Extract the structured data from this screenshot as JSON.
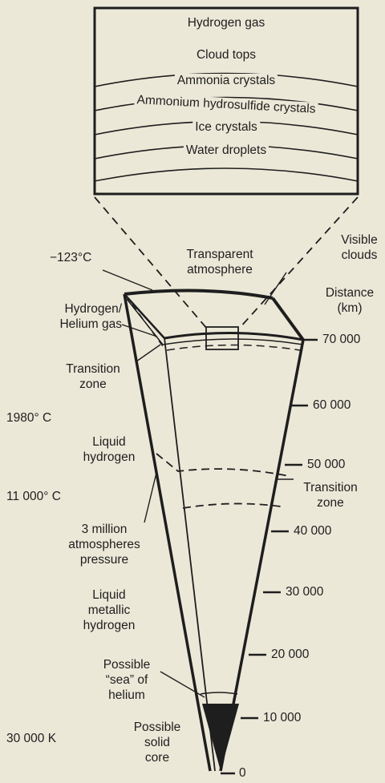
{
  "inset_layers": [
    "Hydrogen gas",
    "Cloud tops",
    "Ammonia crystals",
    "Ammonium hydrosulfide crystals",
    "Ice crystals",
    "Water droplets"
  ],
  "top_labels": {
    "temp_surface": "−123°C",
    "transparent_atmosphere": [
      "Transparent",
      "atmosphere"
    ],
    "visible_clouds": [
      "Visible",
      "clouds"
    ]
  },
  "left_labels": {
    "hydrogen_helium": [
      "Hydrogen/",
      "Helium gas"
    ],
    "transition_zone": [
      "Transition",
      "zone"
    ],
    "liquid_hydrogen": [
      "Liquid",
      "hydrogen"
    ],
    "pressure": [
      "3 million",
      "atmospheres",
      "pressure"
    ],
    "liquid_metallic": [
      "Liquid",
      "metallic",
      "hydrogen"
    ],
    "sea_of_helium": [
      "Possible",
      "“sea” of",
      "helium"
    ],
    "solid_core": [
      "Possible",
      "solid",
      "core"
    ]
  },
  "temperatures": {
    "t1": "1980° C",
    "t2": "11 000° C",
    "t3": "30 000 K"
  },
  "right_labels": {
    "distance": [
      "Distance",
      "(km)"
    ],
    "transition_zone": [
      "Transition",
      "zone"
    ]
  },
  "distance_scale": {
    "ticks": [
      "70 000",
      "60 000",
      "50 000",
      "40 000",
      "30 000",
      "20 000",
      "10 000",
      "0"
    ]
  }
}
